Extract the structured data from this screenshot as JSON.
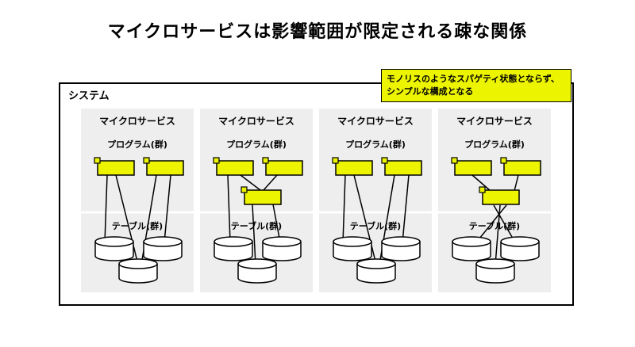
{
  "title": "マイクロサービスは影響範囲が限定される疎な関係",
  "callout": {
    "line1": "モノリスのようなスパゲティ状態とならず、",
    "line2": "シンプルな構成となる"
  },
  "system_label": "システム",
  "colors": {
    "accent": "#ecf400",
    "panel": "#eeeeee",
    "stroke": "#000000"
  },
  "services": [
    {
      "title": "マイクロサービス",
      "programs_label": "プログラム(群)",
      "tables_label": "テーブル(群)"
    },
    {
      "title": "マイクロサービス",
      "programs_label": "プログラム(群)",
      "tables_label": "テーブル(群)"
    },
    {
      "title": "マイクロサービス",
      "programs_label": "プログラム(群)",
      "tables_label": "テーブル(群)"
    },
    {
      "title": "マイクロサービス",
      "programs_label": "プログラム(群)",
      "tables_label": "テーブル(群)"
    }
  ]
}
